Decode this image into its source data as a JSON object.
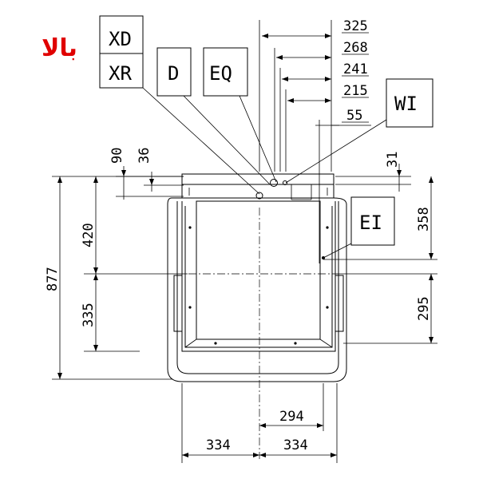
{
  "top_label": "بالا",
  "labels": {
    "xd": "XD",
    "xr": "XR",
    "d": "D",
    "eq": "EQ",
    "wi": "WI",
    "ei": "EI"
  },
  "dimensions": {
    "d325": "325",
    "d268": "268",
    "d241": "241",
    "d215": "215",
    "d55": "55",
    "d90": "90",
    "d36": "36",
    "d31": "31",
    "d420": "420",
    "d335": "335",
    "d877": "877",
    "d358": "358",
    "d295": "295",
    "d294": "294",
    "d334_left": "334",
    "d334_right": "334"
  }
}
